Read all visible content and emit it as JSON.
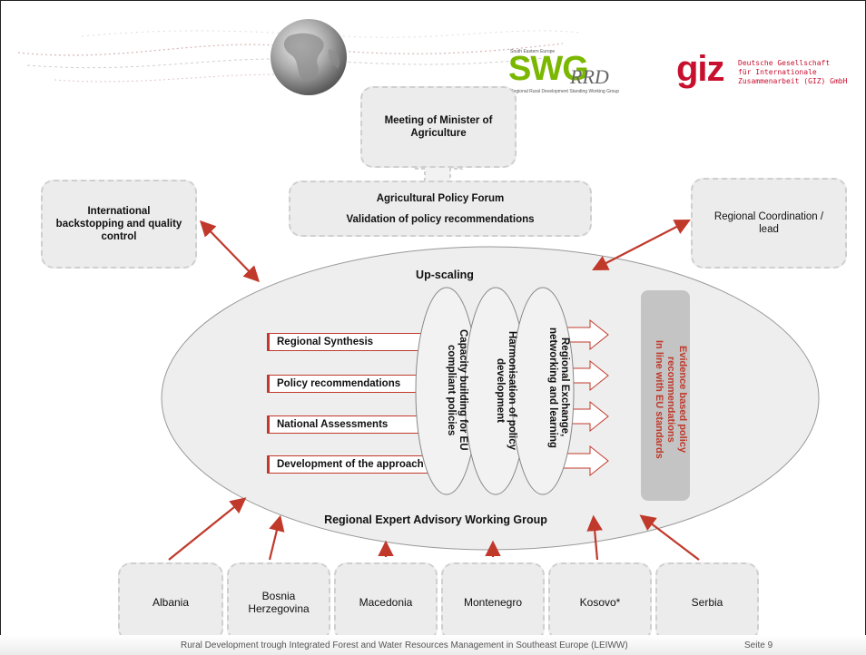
{
  "logos": {
    "swg_top": "South Eastern Europe",
    "swg_main": "SWG",
    "swg_rrd": "RRD",
    "swg_sub": "Regional Rural Development Standing Working Group",
    "giz_mark": "giz",
    "giz_line1": "Deutsche Gesellschaft",
    "giz_line2": "für Internationale",
    "giz_line3": "Zusammenarbeit (GIZ) GmbH"
  },
  "boxes": {
    "minister": "Meeting of Minister of Agriculture",
    "forum_line1": "Agricultural Policy Forum",
    "forum_line2": "Validation of policy recommendations",
    "international": "International backstopping and quality control",
    "coordination": "Regional Coordination / lead"
  },
  "ellipse": {
    "top_label": "Up-scaling",
    "bottom_label": "Regional Expert Advisory Working Group",
    "bars": [
      "Regional Synthesis",
      "Policy recommendations",
      "National Assessments",
      "Development of the approach"
    ],
    "columns": [
      "Capacity building for EU compliant policies",
      "Harmonisation of policy development",
      "Regional Exchange, networking and learning"
    ]
  },
  "evidence": {
    "line1": "Evidence based policy",
    "line2": "recommendations",
    "line3": "In line with EU standards"
  },
  "countries": [
    "Albania",
    "Bosnia Herzegovina",
    "Macedonia",
    "Montenegro",
    "Kosovo*",
    "Serbia"
  ],
  "footer": {
    "text": "Rural Development trough Integrated Forest and Water Resources Management in Southeast Europe (LEIWW)",
    "page": "Seite 9"
  },
  "colors": {
    "accent_red": "#c0392b",
    "giz_red": "#c8102e",
    "swg_green": "#7ab800",
    "box_fill": "#ececec"
  }
}
